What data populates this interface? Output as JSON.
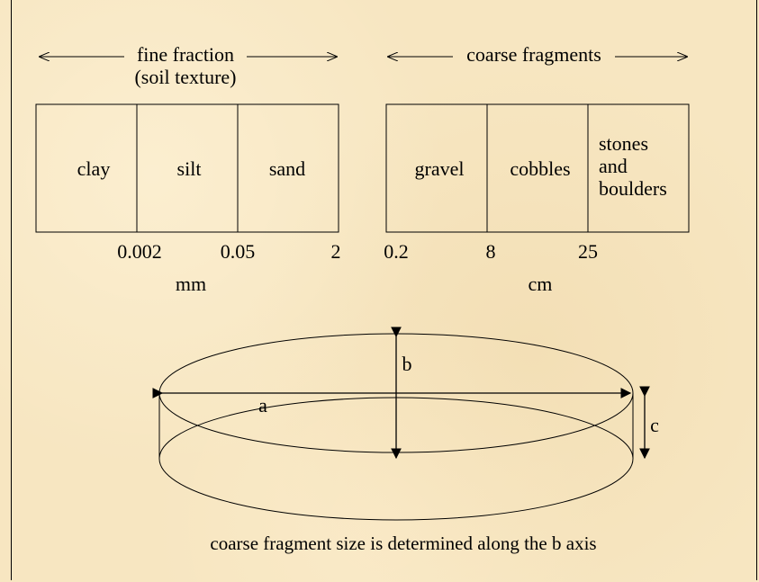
{
  "fine_fraction": {
    "heading_line1": "fine fraction",
    "heading_line2": "(soil texture)",
    "classes": [
      "clay",
      "silt",
      "sand"
    ],
    "boundaries": [
      "0.002",
      "0.05",
      "2"
    ],
    "unit": "mm"
  },
  "coarse_fragments": {
    "heading": "coarse fragments",
    "classes": [
      "gravel",
      "cobbles"
    ],
    "last_class_lines": [
      "stones",
      "and",
      "boulders"
    ],
    "boundaries": [
      "0.2",
      "8",
      "25"
    ],
    "unit": "cm"
  },
  "ellipsoid": {
    "axis_a": "a",
    "axis_b": "b",
    "axis_c": "c"
  },
  "caption": "coarse fragment size is determined along the b axis"
}
